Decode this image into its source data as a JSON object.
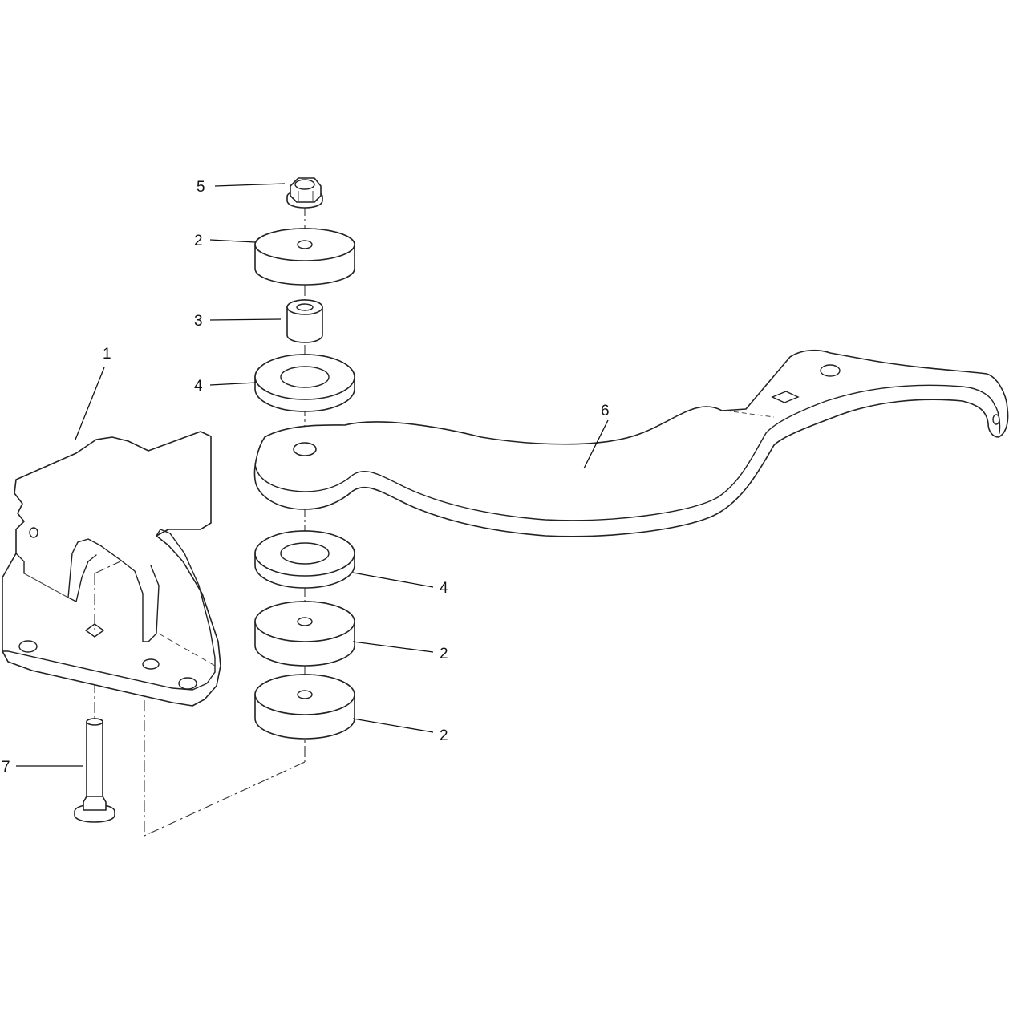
{
  "callouts": [
    {
      "id": "c5",
      "label": "5"
    },
    {
      "id": "c2a",
      "label": "2"
    },
    {
      "id": "c3",
      "label": "3"
    },
    {
      "id": "c1",
      "label": "1"
    },
    {
      "id": "c4a",
      "label": "4"
    },
    {
      "id": "c6",
      "label": "6"
    },
    {
      "id": "c4b",
      "label": "4"
    },
    {
      "id": "c2b",
      "label": "2"
    },
    {
      "id": "c2c",
      "label": "2"
    },
    {
      "id": "c7",
      "label": "7"
    }
  ]
}
